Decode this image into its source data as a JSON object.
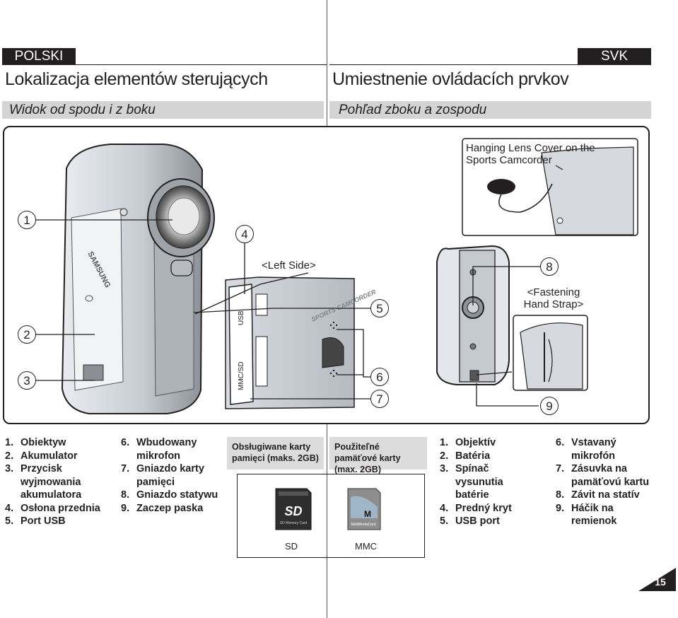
{
  "header": {
    "lang_left": "POLSKI",
    "lang_right": "SVK",
    "title_left": "Lokalizacja elementów sterujących",
    "title_right": "Umiestnenie ovládacích prvkov",
    "subtitle_left": "Widok od spodu i z boku",
    "subtitle_right": "Pohľad zboku a zospodu"
  },
  "figure": {
    "hanging_label": "Hanging Lens Cover on the Sports Camcorder",
    "left_side_label": "<Left Side>",
    "fastening_label": "<Fastening Hand Strap>",
    "callouts": [
      "1",
      "2",
      "3",
      "4",
      "5",
      "6",
      "7",
      "8",
      "9"
    ],
    "brand_text": "SAMSUNG",
    "side_text": "SPORTS CAMCORDER",
    "port_usb": "USB",
    "port_mmc": "MMC/SD"
  },
  "list_pl_a": [
    {
      "n": "1.",
      "t": "Obiektyw"
    },
    {
      "n": "2.",
      "t": "Akumulator"
    },
    {
      "n": "3.",
      "t": "Przycisk wyjmowania akumulatora"
    },
    {
      "n": "4.",
      "t": "Osłona przednia"
    },
    {
      "n": "5.",
      "t": "Port USB"
    }
  ],
  "list_pl_b": [
    {
      "n": "6.",
      "t": "Wbudowany mikrofon"
    },
    {
      "n": "7.",
      "t": "Gniazdo karty pamięci"
    },
    {
      "n": "8.",
      "t": "Gniazdo statywu"
    },
    {
      "n": "9.",
      "t": "Zaczep paska"
    }
  ],
  "list_sk_a": [
    {
      "n": "1.",
      "t": "Objektív"
    },
    {
      "n": "2.",
      "t": "Batéria"
    },
    {
      "n": "3.",
      "t": "Spínač vysunutia batérie"
    },
    {
      "n": "4.",
      "t": "Predný kryt"
    },
    {
      "n": "5.",
      "t": "USB port"
    }
  ],
  "list_sk_b": [
    {
      "n": "6.",
      "t": "Vstavaný mikrofón"
    },
    {
      "n": "7.",
      "t": "Zásuvka na pamäťovú kartu"
    },
    {
      "n": "8.",
      "t": "Závit na statív"
    },
    {
      "n": "9.",
      "t": "Háčik na remienok"
    }
  ],
  "memory": {
    "head_pl": "Obsługiwane karty pamięci (maks. 2GB)",
    "head_sk": "Použiteľné pamäťové karty (max. 2GB)",
    "card_sd_caption": "SD",
    "card_mmc_caption": "MMC",
    "sd_logo": "SD",
    "sd_card_text": "SD Memory Card",
    "mmc_logo": "M",
    "mmc_card_text": "MultiMediaCard"
  },
  "page_number": "15"
}
